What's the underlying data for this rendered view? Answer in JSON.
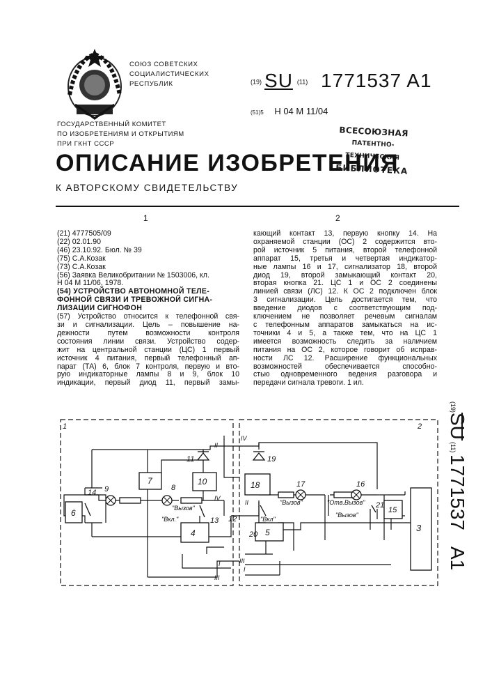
{
  "header": {
    "org_lines": [
      "СОЮЗ СОВЕТСКИХ",
      "СОЦИАЛИСТИЧЕСКИХ",
      "РЕСПУБЛИК"
    ],
    "committee_lines": [
      "ГОСУДАРСТВЕННЫЙ КОМИТЕТ",
      "ПО ИЗОБРЕТЕНИЯМ И ОТКРЫТИЯМ",
      "ПРИ ГКНТ СССР"
    ],
    "code19": "(19)",
    "country": "SU",
    "code11": "(11)",
    "patent_number": "1771537 A1",
    "code51": "(51)5",
    "ipc": "Н 04 М 11/04"
  },
  "stamp": {
    "line1": "ВСЕСОЮЗНАЯ",
    "line2": "ПАТЕНТНО-ТЕХНИЧЕСКАЯ",
    "line3": "БИБЛИОТЕКА"
  },
  "title": "ОПИСАНИЕ ИЗОБРЕТЕНИЯ",
  "subtitle": "К АВТОРСКОМУ СВИДЕТЕЛЬСТВУ",
  "column_numbers": [
    "1",
    "2"
  ],
  "biblio": [
    "(21) 4777505/09",
    "(22) 02.01.90",
    "(46) 23.10.92. Бюл. № 39",
    "(75) С.А.Козак",
    "(73) С.А.Козак",
    "(56) Заявка Великобритании № 1503006, кл.",
    "Н 04 М 11/06, 1978."
  ],
  "title54": [
    "(54) УСТРОЙСТВО АВТОНОМНОЙ ТЕЛЕ-",
    "ФОННОЙ СВЯЗИ И ТРЕВОЖНОЙ СИГНА-",
    "ЛИЗАЦИИ СИГНОФОН"
  ],
  "abstract_col1": [
    "(57) Устройство относится к телефонной свя-",
    "зи и сигнализации. Цель – повышение на-",
    "дежности путем возможности контроля",
    "состояния линии связи. Устройство содер-",
    "жит на центральной станции (ЦС) 1 первый",
    "источник 4 питания, первый телефонный ап-",
    "парат (ТА) 6, блок 7 контроля, первую и вто-",
    "рую индикаторные лампы 8 и 9, блок 10",
    "индикации, первый диод 11, первый замы-"
  ],
  "abstract_col2": [
    "кающий контакт 13, первую кнопку 14. На",
    "охраняемой станции (ОС) 2 содержится вто-",
    "рой источник 5 питания, второй телефонной",
    "аппарат 15, третья и четвертая индикатор-",
    "ные лампы 16 и 17, сигнализатор 18, второй",
    "диод 19, второй замыкающий контакт 20,",
    "вторая кнопка 21. ЦС 1 и ОС 2 соединены",
    "линией связи (ЛС) 12. К ОС 2 подключен блок",
    "3 сигнализации. Цель достигается тем, что",
    "введение диодов с соответствующим под-",
    "ключением не позволяет речевым сигналам",
    "с телефонным аппаратов замыкаться на ис-",
    "точники 4 и 5, а также тем, что на ЦС 1",
    "имеется возможность следить за наличием",
    "питания на ОС 2, которое говорит об исправ-",
    "ности ЛС 12. Расширение функциональных",
    "возможностей обеспечивается способно-",
    "стью одновременного ведения разговора и",
    "передачи сигнала тревоги. 1 ил."
  ],
  "vertical": {
    "code19": "(19)",
    "country": "SU",
    "code11": "(11)",
    "number": "1771537",
    "kind": "A1"
  },
  "diagram": {
    "station1_label": "1",
    "station2_label": "2",
    "block3": "3",
    "block4": "4",
    "block5": "5",
    "block6": "6",
    "block7": "7",
    "block10": "10",
    "block15": "15",
    "block18": "18",
    "lamp8": "8",
    "lamp9": "9",
    "lamp16": "16",
    "lamp17": "17",
    "diode11": "11",
    "diode19": "19",
    "line12": "12",
    "contact13": "13",
    "button14": "14",
    "contact20": "20",
    "button21": "21",
    "roman_II_a": "II",
    "roman_II_b": "II",
    "roman_IV_a": "IV",
    "roman_IV_b": "IV",
    "roman_I_a": "I",
    "roman_I_b": "I",
    "roman_III_a": "III",
    "roman_III_b": "III",
    "label_vyzov_a": "\"Вызов\"",
    "label_vkl_a": "\"Вкл.\"",
    "label_vyzov_b": "\"Вызов\"",
    "label_vkl_b": "\"Вкл\"",
    "label_otv_vyzov": "\"Отв.Вызов\"",
    "label_vyzov_c": "\"Вызов\""
  }
}
